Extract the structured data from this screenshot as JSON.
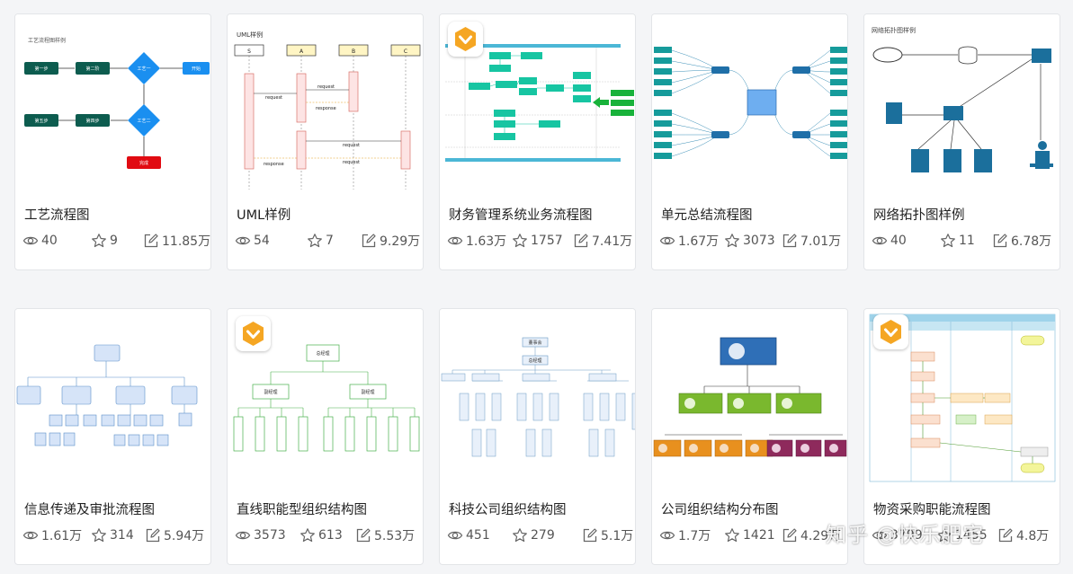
{
  "cards": [
    {
      "title": "工艺流程图",
      "views": "40",
      "stars": "9",
      "edits": "11.85万",
      "thumb": {
        "heading": "工艺流程图样例",
        "nodes": [
          "第一步",
          "第二阶",
          "工艺一",
          "开始",
          "第五步",
          "第四步",
          "工艺二",
          "完成"
        ]
      }
    },
    {
      "title": "UML样例",
      "views": "54",
      "stars": "7",
      "edits": "9.29万",
      "thumb": {
        "heading": "UML样例",
        "nodes": [
          "S",
          "A",
          "B",
          "C"
        ],
        "messages": [
          "request",
          "request",
          "response",
          "request",
          "response",
          "request"
        ]
      }
    },
    {
      "title": "财务管理系统业务流程图",
      "views": "1.63万",
      "stars": "1757",
      "edits": "7.41万"
    },
    {
      "title": "单元总结流程图",
      "views": "1.67万",
      "stars": "3073",
      "edits": "7.01万"
    },
    {
      "title": "网络拓扑图样例",
      "views": "40",
      "stars": "11",
      "edits": "6.78万",
      "thumb": {
        "heading": "网络拓扑图样例"
      }
    },
    {
      "title": "信息传递及审批流程图",
      "views": "1.61万",
      "stars": "314",
      "edits": "5.94万"
    },
    {
      "title": "直线职能型组织结构图",
      "views": "3573",
      "stars": "613",
      "edits": "5.53万",
      "thumb": {
        "nodes": [
          "总经理",
          "副经理",
          "副经理"
        ]
      }
    },
    {
      "title": "科技公司组织结构图",
      "views": "451",
      "stars": "279",
      "edits": "5.1万",
      "thumb": {
        "nodes": [
          "董事会",
          "总经理"
        ]
      }
    },
    {
      "title": "公司组织结构分布图",
      "views": "1.7万",
      "stars": "1421",
      "edits": "4.29万"
    },
    {
      "title": "物资采购职能流程图",
      "views": "3799",
      "stars": "1455",
      "edits": "4.8万"
    }
  ],
  "watermark": "知乎 @快乐肥宅",
  "icons": {
    "views": "eye-icon",
    "stars": "star-icon",
    "edits": "edit-icon",
    "badge": "vip-badge-icon"
  },
  "colors": {
    "card_bg": "#ffffff",
    "page_bg": "#f4f5f7",
    "text": "#222222",
    "meta": "#555555"
  }
}
